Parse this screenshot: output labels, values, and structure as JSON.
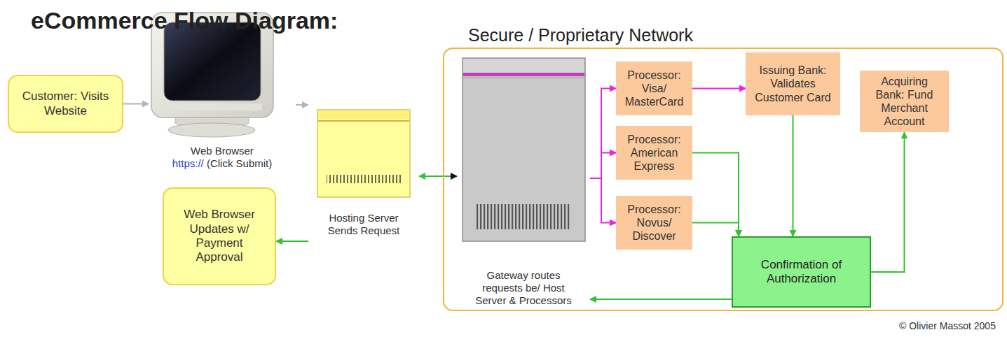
{
  "diagram": {
    "title": "eCommerce Flow Diagram:",
    "nodes": [
      {
        "text": [
          "Customer: Visits Website"
        ]
      },
      {
        "text": [
          "Web Browser",
          "https://",
          "(Click Submit)"
        ]
      },
      {
        "text": [
          "Web Browser Updates w/ Payment Approval"
        ]
      },
      {
        "text": [
          "Hosting Server Sends Request"
        ]
      },
      {
        "text": [
          "Secure / Proprietary Network"
        ]
      },
      {
        "text": [
          "Gateway routes requests be/ Host Server & Processors"
        ],
        "in": 4
      },
      {
        "text": [
          "Processor: Visa/ MasterCard"
        ],
        "in": 4
      },
      {
        "text": [
          "Issuing Bank: Validates Customer Card"
        ],
        "in": 4
      },
      {
        "text": [
          "Processor: American Express"
        ],
        "in": 4
      },
      {
        "text": [
          "Acquiring Bank: Fund Merchant Account"
        ],
        "in": 4
      },
      {
        "text": [
          "Processor: Novus/ Discover"
        ],
        "in": 4
      },
      {
        "text": [
          "Confirmation of Authorization"
        ],
        "in": 4
      }
    ],
    "edges": [
      {
        "from": 0,
        "to": 1,
        "arrow": "to"
      },
      {
        "from": 1,
        "to": 3,
        "arrow": "to"
      },
      {
        "from": 3,
        "to": 5,
        "arrow": "both"
      },
      {
        "from": 3,
        "to": 2,
        "arrow": "to"
      },
      {
        "from": 5,
        "to": 6,
        "arrow": "to"
      },
      {
        "from": 5,
        "to": 8,
        "arrow": "to"
      },
      {
        "from": 5,
        "to": 10,
        "arrow": "to"
      },
      {
        "from": 6,
        "to": 7,
        "arrow": "to"
      },
      {
        "from": 7,
        "to": 11,
        "arrow": "to"
      },
      {
        "from": 8,
        "to": 11,
        "arrow": "to"
      },
      {
        "from": 10,
        "to": 11,
        "arrow": "to"
      },
      {
        "from": 11,
        "to": 9,
        "arrow": "to"
      },
      {
        "from": 11,
        "to": 5,
        "arrow": "to"
      }
    ],
    "labels": [
      "© Olivier Massot 2005"
    ]
  }
}
